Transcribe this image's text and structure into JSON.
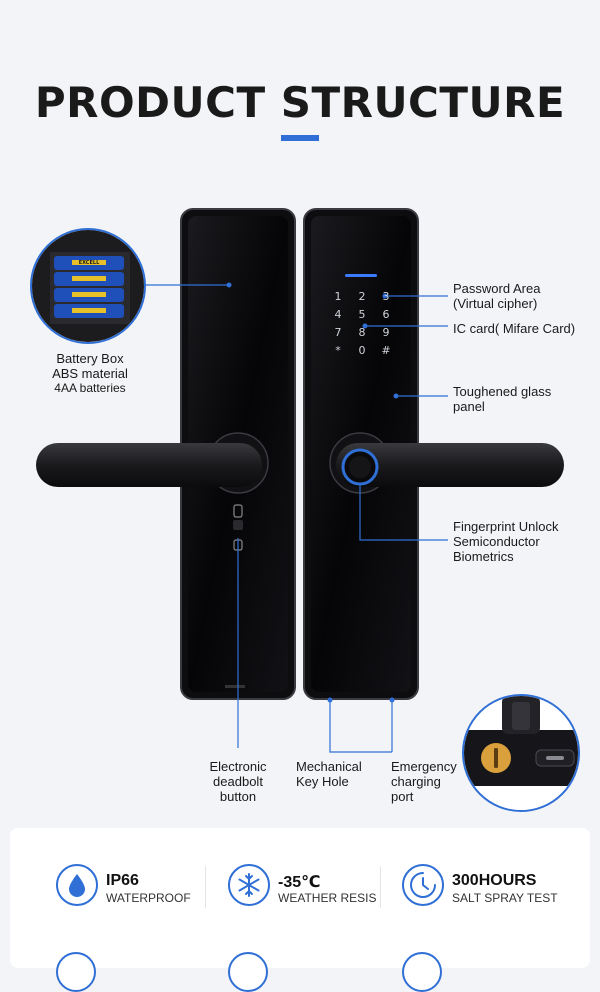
{
  "page": {
    "title": "PRODUCT STRUCTURE",
    "accent_color": "#2f6fd6"
  },
  "callouts": {
    "battery": [
      "Battery Box",
      "ABS material",
      "4AA batteries"
    ],
    "battery_brand": "EXCELL",
    "password": [
      "Password Area",
      "(Virtual cipher)"
    ],
    "ic_card": "IC card( Mifare Card)",
    "glass": [
      "Toughened glass",
      "panel"
    ],
    "fingerprint": [
      "Fingerprint Unlock",
      "Semiconductor",
      "Biometrics"
    ],
    "deadbolt": [
      "Electronic",
      "deadbolt",
      "button"
    ],
    "keyhole": [
      "Mechanical",
      "Key Hole"
    ],
    "charging": [
      "Emergency",
      "charging",
      "port"
    ]
  },
  "keypad": [
    "1",
    "2",
    "3",
    "4",
    "5",
    "6",
    "7",
    "8",
    "9",
    "*",
    "0",
    "#"
  ],
  "features": [
    {
      "title": "IP66",
      "sub": "WATERPROOF",
      "icon": "water-drop-icon"
    },
    {
      "title": "-35℃",
      "sub": "WEATHER RESIS",
      "icon": "snowflake-icon"
    },
    {
      "title": "300HOURS",
      "sub": "SALT SPRAY TEST",
      "icon": "clock-icon"
    }
  ]
}
